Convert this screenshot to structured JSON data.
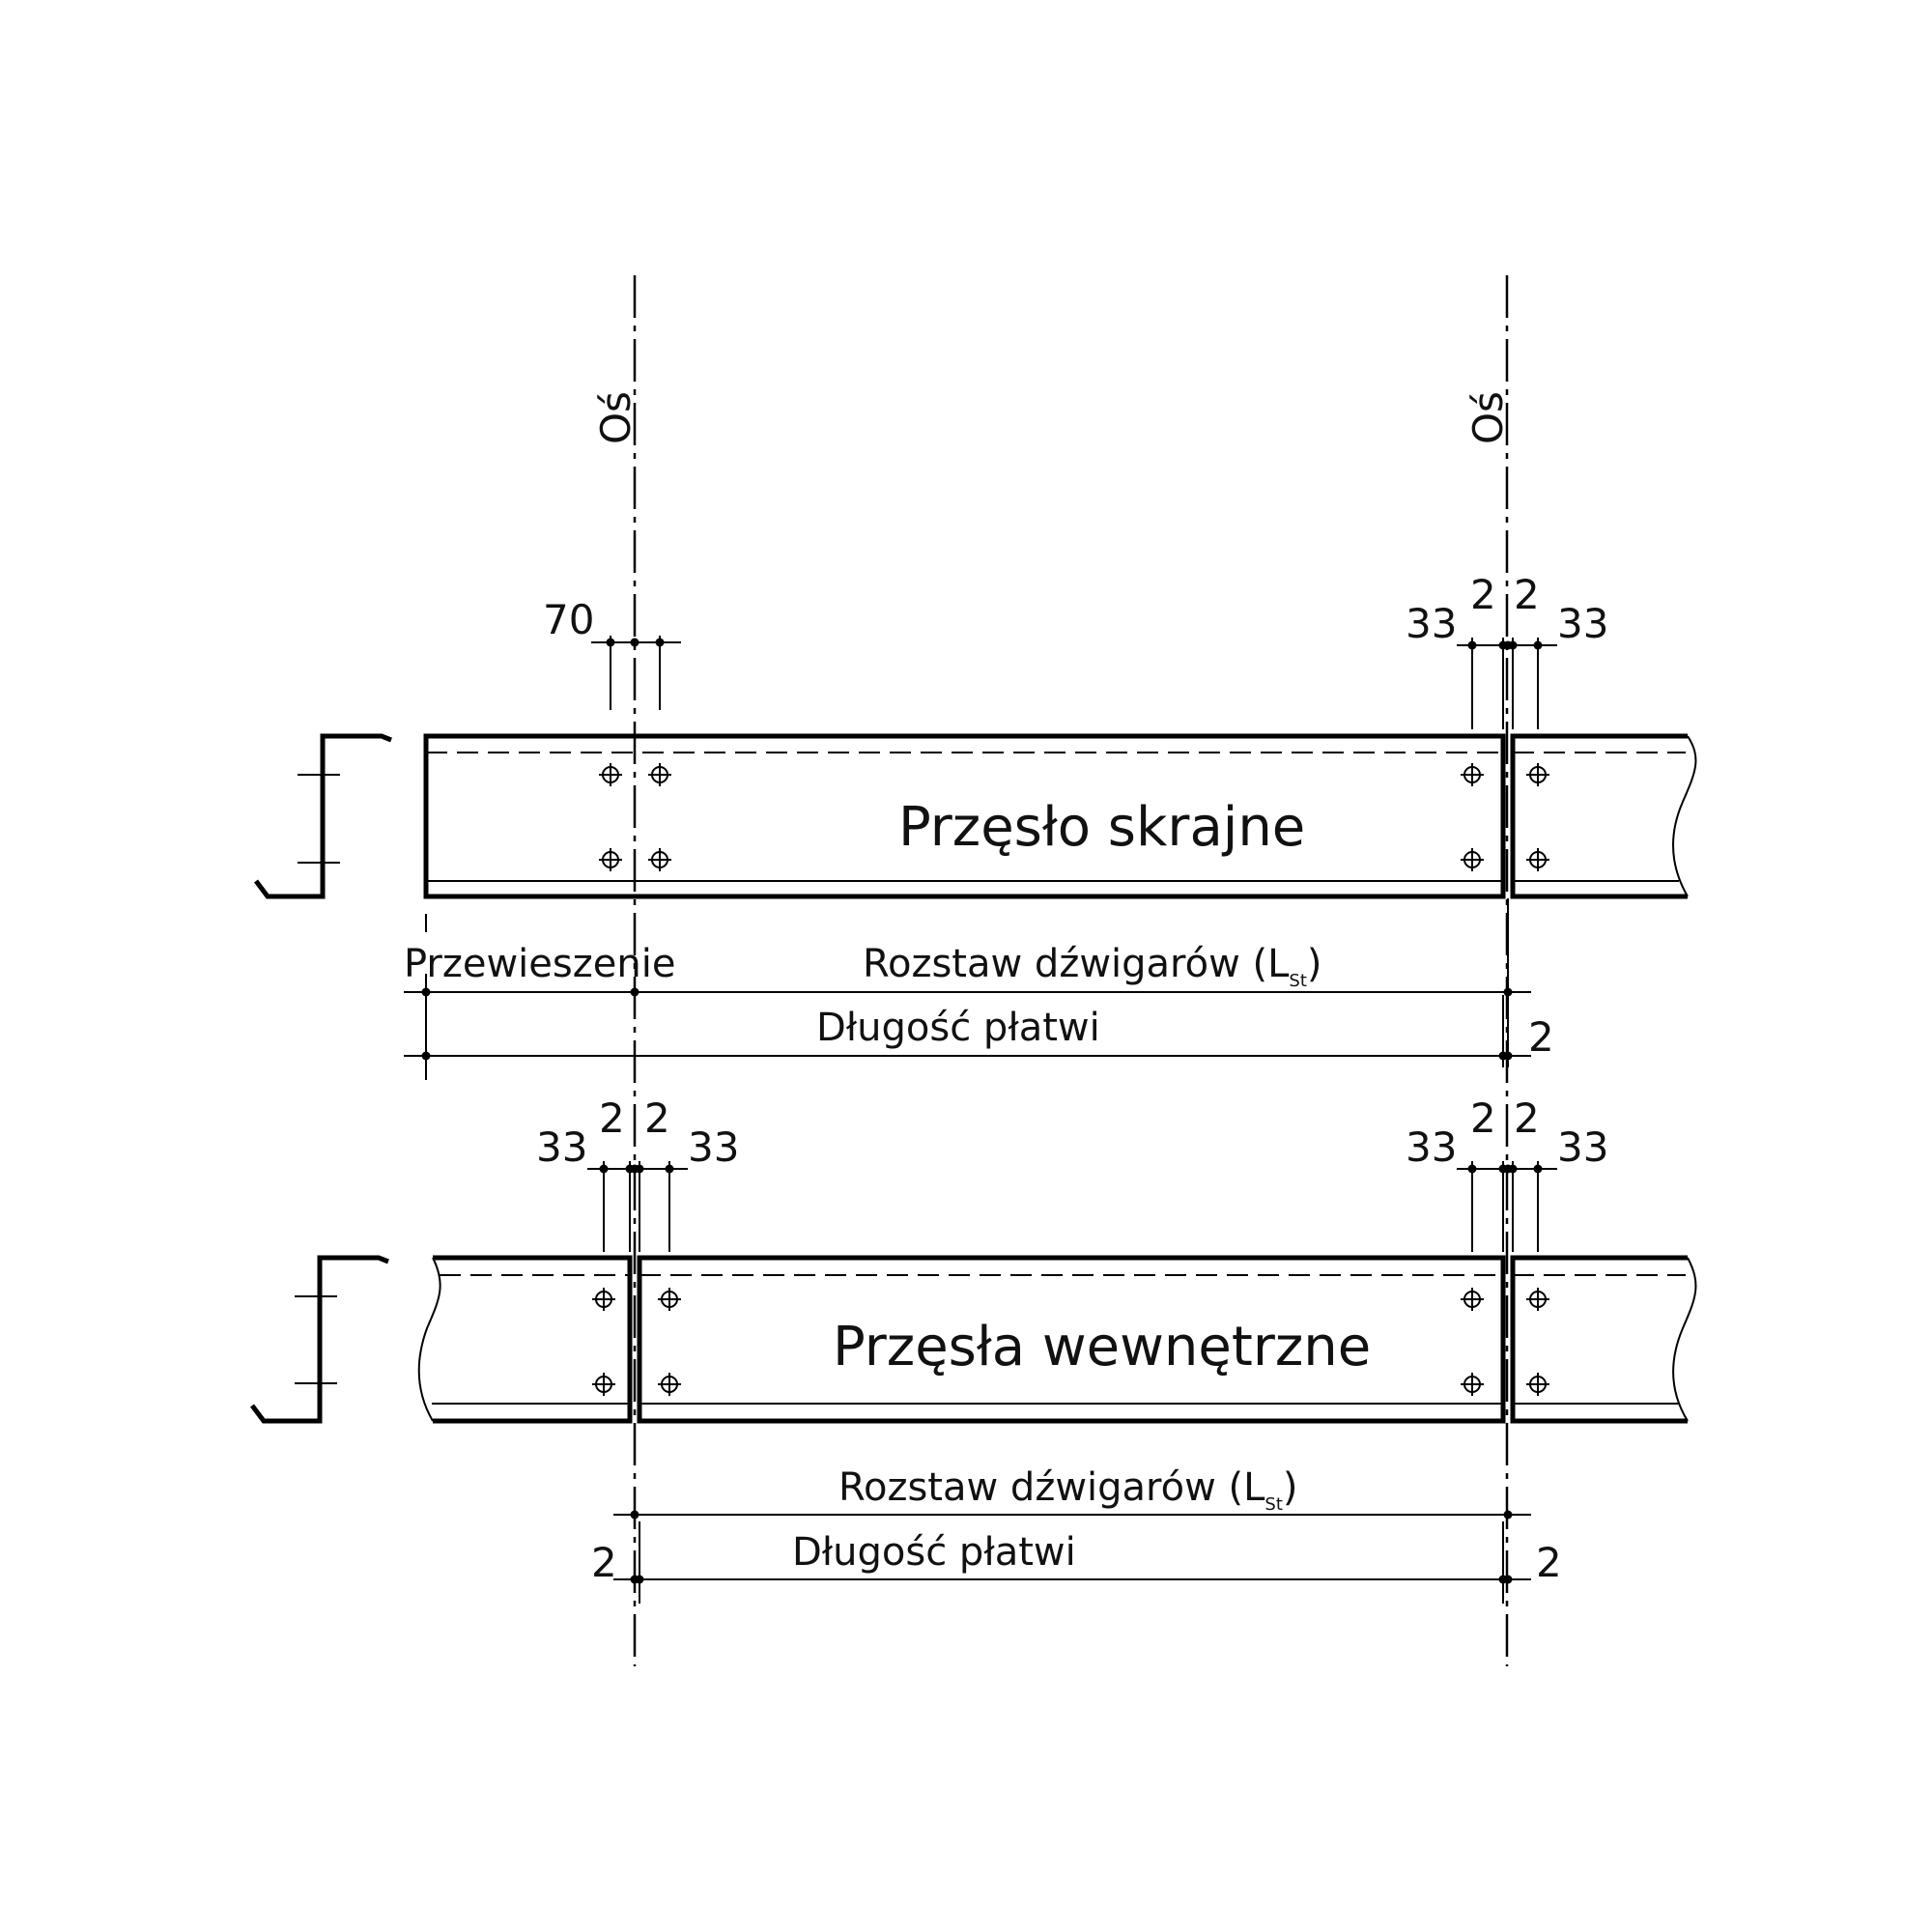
{
  "axis_label": "Oś",
  "top": {
    "title": "Przęsło skrajne",
    "overhang": "Przewieszenie",
    "spacing_prefix": "Rozstaw dźwigarów (L",
    "spacing_sub": "St",
    "spacing_suffix": ")",
    "length": "Długość płatwi",
    "dim_left_70": "70",
    "dim_r_33a": "33",
    "dim_r_2a": "2",
    "dim_r_2b": "2",
    "dim_r_33b": "33",
    "dim_end_2": "2"
  },
  "bottom": {
    "title": "Przęsła wewnętrzne",
    "spacing_prefix": "Rozstaw dźwigarów (L",
    "spacing_sub": "St",
    "spacing_suffix": ")",
    "length": "Długość płatwi",
    "dim_l_33a": "33",
    "dim_l_2a": "2",
    "dim_l_2b": "2",
    "dim_l_33b": "33",
    "dim_r_33a": "33",
    "dim_r_2a": "2",
    "dim_r_2b": "2",
    "dim_r_33b": "33",
    "dim_end_left_2": "2",
    "dim_end_right_2": "2"
  }
}
